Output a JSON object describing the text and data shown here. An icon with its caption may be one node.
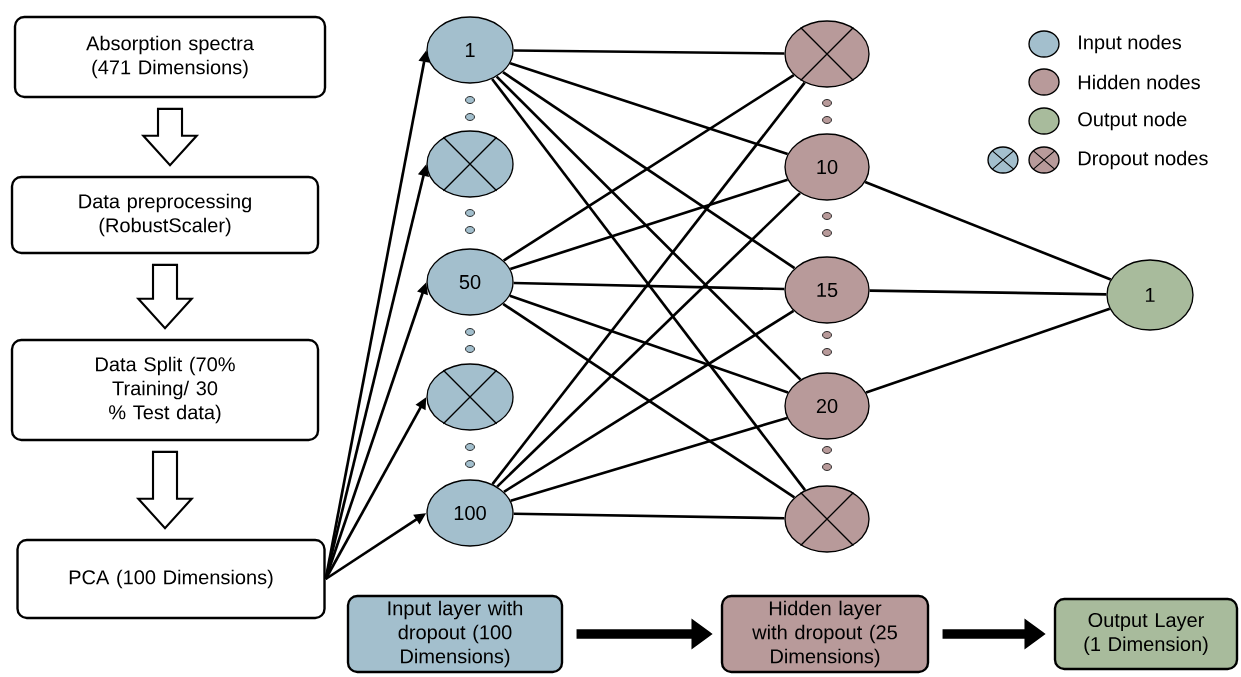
{
  "diagram": {
    "nodes": [
      {
        "text": [
          "Absorption spectra (471 Dimensions)"
        ]
      },
      {
        "text": [
          "Data preprocessing (RobustScaler)"
        ]
      },
      {
        "text": [
          "Data Split (70% Training/ 30 % Test data)"
        ]
      },
      {
        "text": [
          "PCA (100 Dimensions)"
        ]
      },
      {
        "text": [
          "1"
        ]
      },
      {
        "text": [],
        "shape": "circle"
      },
      {
        "text": [
          "50"
        ]
      },
      {
        "text": [],
        "shape": "circle"
      },
      {
        "text": [
          "100"
        ]
      },
      {
        "text": [],
        "shape": "circle"
      },
      {
        "text": [
          "10"
        ]
      },
      {
        "text": [
          "15"
        ]
      },
      {
        "text": [
          "20"
        ]
      },
      {
        "text": [],
        "shape": "circle"
      },
      {
        "text": [
          "1"
        ]
      },
      {
        "text": [
          "Input layer with dropout (100 Dimensions)"
        ]
      },
      {
        "text": [
          "Hidden layer with dropout (25 Dimensions)"
        ]
      },
      {
        "text": [
          "Output Layer (1 Dimension)"
        ]
      }
    ],
    "edges": [
      {
        "from": 0,
        "to": 1,
        "arrow": "to",
        "style": "thick"
      },
      {
        "from": 1,
        "to": 2,
        "arrow": "to",
        "style": "thick"
      },
      {
        "from": 2,
        "to": 3,
        "arrow": "to",
        "style": "thick"
      },
      {
        "from": 3,
        "to": 4,
        "arrow": "to"
      },
      {
        "from": 3,
        "to": 5,
        "arrow": "to"
      },
      {
        "from": 3,
        "to": 6,
        "arrow": "to"
      },
      {
        "from": 3,
        "to": 7,
        "arrow": "to"
      },
      {
        "from": 3,
        "to": 8,
        "arrow": "to"
      },
      {
        "from": 4,
        "to": 9,
        "arrow": "none"
      },
      {
        "from": 4,
        "to": 10,
        "arrow": "none"
      },
      {
        "from": 4,
        "to": 11,
        "arrow": "none"
      },
      {
        "from": 4,
        "to": 12,
        "arrow": "none"
      },
      {
        "from": 4,
        "to": 13,
        "arrow": "none"
      },
      {
        "from": 6,
        "to": 9,
        "arrow": "none"
      },
      {
        "from": 6,
        "to": 10,
        "arrow": "none"
      },
      {
        "from": 6,
        "to": 11,
        "arrow": "none"
      },
      {
        "from": 6,
        "to": 12,
        "arrow": "none"
      },
      {
        "from": 6,
        "to": 13,
        "arrow": "none"
      },
      {
        "from": 8,
        "to": 9,
        "arrow": "none"
      },
      {
        "from": 8,
        "to": 10,
        "arrow": "none"
      },
      {
        "from": 8,
        "to": 11,
        "arrow": "none"
      },
      {
        "from": 8,
        "to": 12,
        "arrow": "none"
      },
      {
        "from": 8,
        "to": 13,
        "arrow": "none"
      },
      {
        "from": 10,
        "to": 14,
        "arrow": "none"
      },
      {
        "from": 11,
        "to": 14,
        "arrow": "none"
      },
      {
        "from": 12,
        "to": 14,
        "arrow": "none"
      },
      {
        "from": 15,
        "to": 16,
        "arrow": "to",
        "style": "thick"
      },
      {
        "from": 16,
        "to": 17,
        "arrow": "to",
        "style": "thick"
      }
    ],
    "legend": [
      {
        "text": "Input nodes",
        "color": "#a3bfcd"
      },
      {
        "text": "Hidden nodes",
        "color": "#b89a9a"
      },
      {
        "text": "Output node",
        "color": "#a8bb9c"
      },
      {
        "text": "Dropout nodes"
      }
    ]
  }
}
